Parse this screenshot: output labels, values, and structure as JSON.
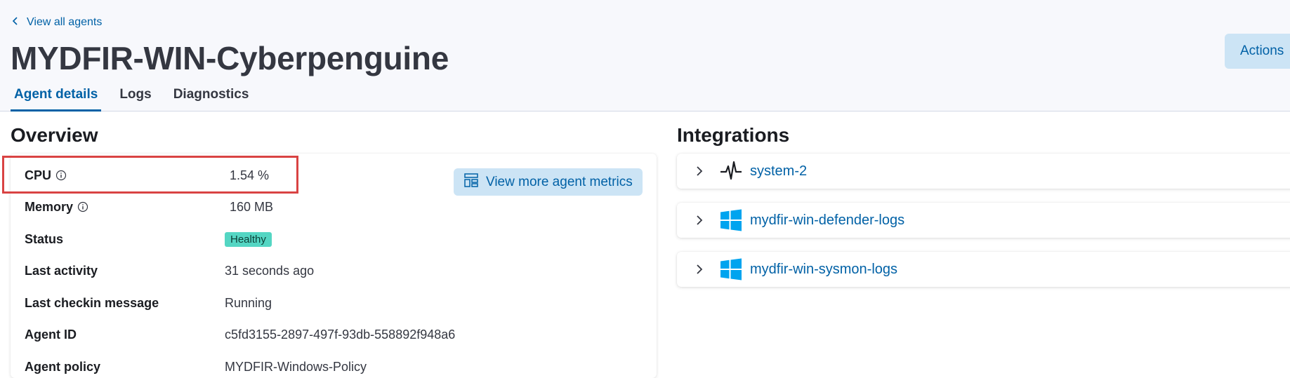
{
  "header": {
    "back_link": "View all agents",
    "title": "MYDFIR-WIN-Cyberpenguine",
    "actions_label": "Actions",
    "tabs": [
      {
        "label": "Agent details",
        "active": true
      },
      {
        "label": "Logs",
        "active": false
      },
      {
        "label": "Diagnostics",
        "active": false
      }
    ]
  },
  "overview": {
    "title": "Overview",
    "metrics_button": "View more agent metrics",
    "rows": [
      {
        "label": "CPU",
        "value": "1.54 %"
      },
      {
        "label": "Memory",
        "value": "160 MB"
      },
      {
        "label": "Status",
        "value": "Healthy"
      },
      {
        "label": "Last activity",
        "value": "31 seconds ago"
      },
      {
        "label": "Last checkin message",
        "value": "Running"
      },
      {
        "label": "Agent ID",
        "value": "c5fd3155-2897-497f-93db-558892f948a6"
      },
      {
        "label": "Agent policy",
        "value": "MYDFIR-Windows-Policy"
      }
    ]
  },
  "integrations": {
    "title": "Integrations",
    "items": [
      {
        "name": "system-2",
        "icon": "heartbeat-icon"
      },
      {
        "name": "mydfir-win-defender-logs",
        "icon": "windows-logo-icon"
      },
      {
        "name": "mydfir-win-sysmon-logs",
        "icon": "windows-logo-icon"
      }
    ]
  },
  "colors": {
    "accent": "#0061a6",
    "button_bg": "#cce4f5",
    "healthy_badge": "#54d6c3",
    "highlight_border": "#d94343",
    "windows_blue": "#00a4ef"
  }
}
